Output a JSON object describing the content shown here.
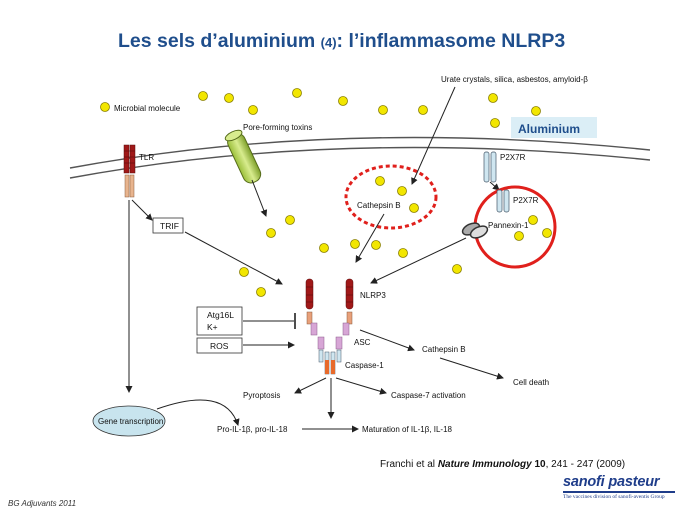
{
  "title": {
    "main_before": "Les sels d’aluminium ",
    "number": "(4)",
    "main_after": ": l’inflammasome NLRP3"
  },
  "labels": {
    "microbial": "Microbial molecule",
    "pore": "Pore-forming toxins",
    "urate": "Urate crystals, silica, asbestos, amyloid-β",
    "aluminium": "Aluminium",
    "tlr": "TLR",
    "p2x7r_top": "P2X7R",
    "p2x7r_bottom": "P2X7R",
    "cathepsin_b": "Cathepsin B",
    "pannexin": "Pannexin-1",
    "trif": "TRIF",
    "atg16l": "Atg16L",
    "k": "K+",
    "ros": "ROS",
    "nlrp3": "NLRP3",
    "asc": "ASC",
    "cathepsin_b2": "Cathepsin B",
    "caspase1": "Caspase-1",
    "pyroptosis": "Pyroptosis",
    "caspase7": "Caspase-7 activation",
    "cell_death": "Cell death",
    "gene_transcription": "Gene transcription",
    "pro_il": "Pro-IL-1β, pro-IL-18",
    "maturation": "Maturation of IL-1β, IL-18"
  },
  "reference": {
    "authors": "Franchi et al ",
    "journal": "Nature Immunology",
    "volume": " 10",
    "pages": ", 241 - 247 (2009)"
  },
  "footer": "BG Adjuvants 2011",
  "logo": {
    "brand": "sanofi pasteur",
    "tagline": "The vaccines division of sanofi-aventis Group"
  },
  "colors": {
    "title": "#1f4e8c",
    "particle": "#f2e600",
    "highlight_circle": "#e0201c",
    "receptor": "#a01818",
    "domain_pink": "#d7a6d6"
  }
}
